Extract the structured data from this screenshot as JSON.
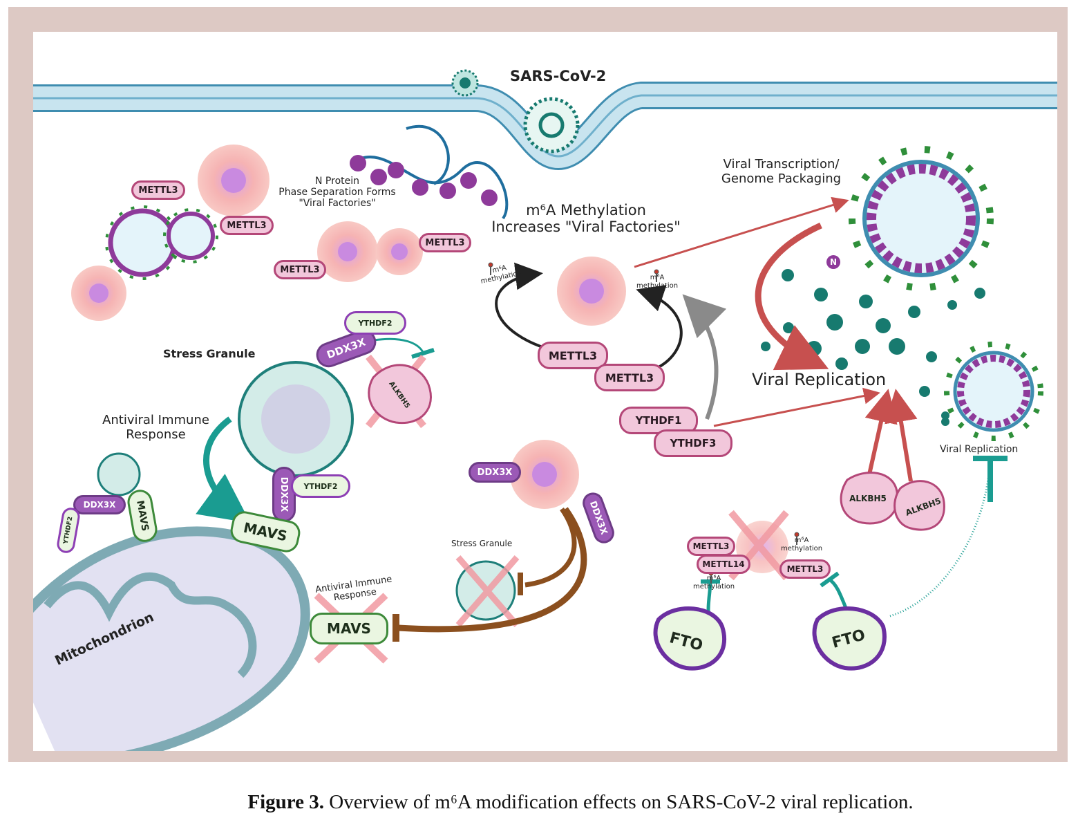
{
  "virus_label": "SARS-CoV-2",
  "n_protein_label": [
    "N Protein",
    "Phase Separation Forms",
    "\"Viral Factories\""
  ],
  "m6a_title": [
    "m⁶A Methylation",
    "Increases \"Viral Factories\""
  ],
  "viral_transcription_label": [
    "Viral Transcription/",
    "Genome Packaging"
  ],
  "viral_replication_label": "Viral Replication",
  "viral_replication_small": "Viral Replication",
  "stress_granule_label": "Stress Granule",
  "stress_granule_small": "Stress Granule",
  "antiviral_label": [
    "Antiviral Immune",
    "Response"
  ],
  "antiviral_small": [
    "Antiviral Immune",
    "Response"
  ],
  "mitochondrion_label": "Mitochondrion",
  "m6a_methylation_tag": [
    "m⁶A",
    "methylation"
  ],
  "proteins": {
    "mettl3": "METTL3",
    "mettl14": "METTL14",
    "ddx3x": "DDX3X",
    "ythdf1": "YTHDF1",
    "ythdf2": "YTHDF2",
    "ythdf3": "YTHDF3",
    "alkbh5": "ALKBH5",
    "mavs": "MAVS",
    "fto": "FTO",
    "n": "N"
  },
  "caption": {
    "figure": "Figure 3.",
    "text": "Overview of m⁶A modification effects on SARS-CoV-2 viral replication."
  },
  "colors": {
    "frame": "#ddc9c4",
    "membrane": "#a9cfe0",
    "teal": "#1a9c91",
    "brown": "#8b4f1e",
    "red_arrow": "#c7504f",
    "pink": "#f2c7db",
    "purple": "#9b59b6",
    "green": "#3d8a3a",
    "mito": "#7eaab4"
  }
}
